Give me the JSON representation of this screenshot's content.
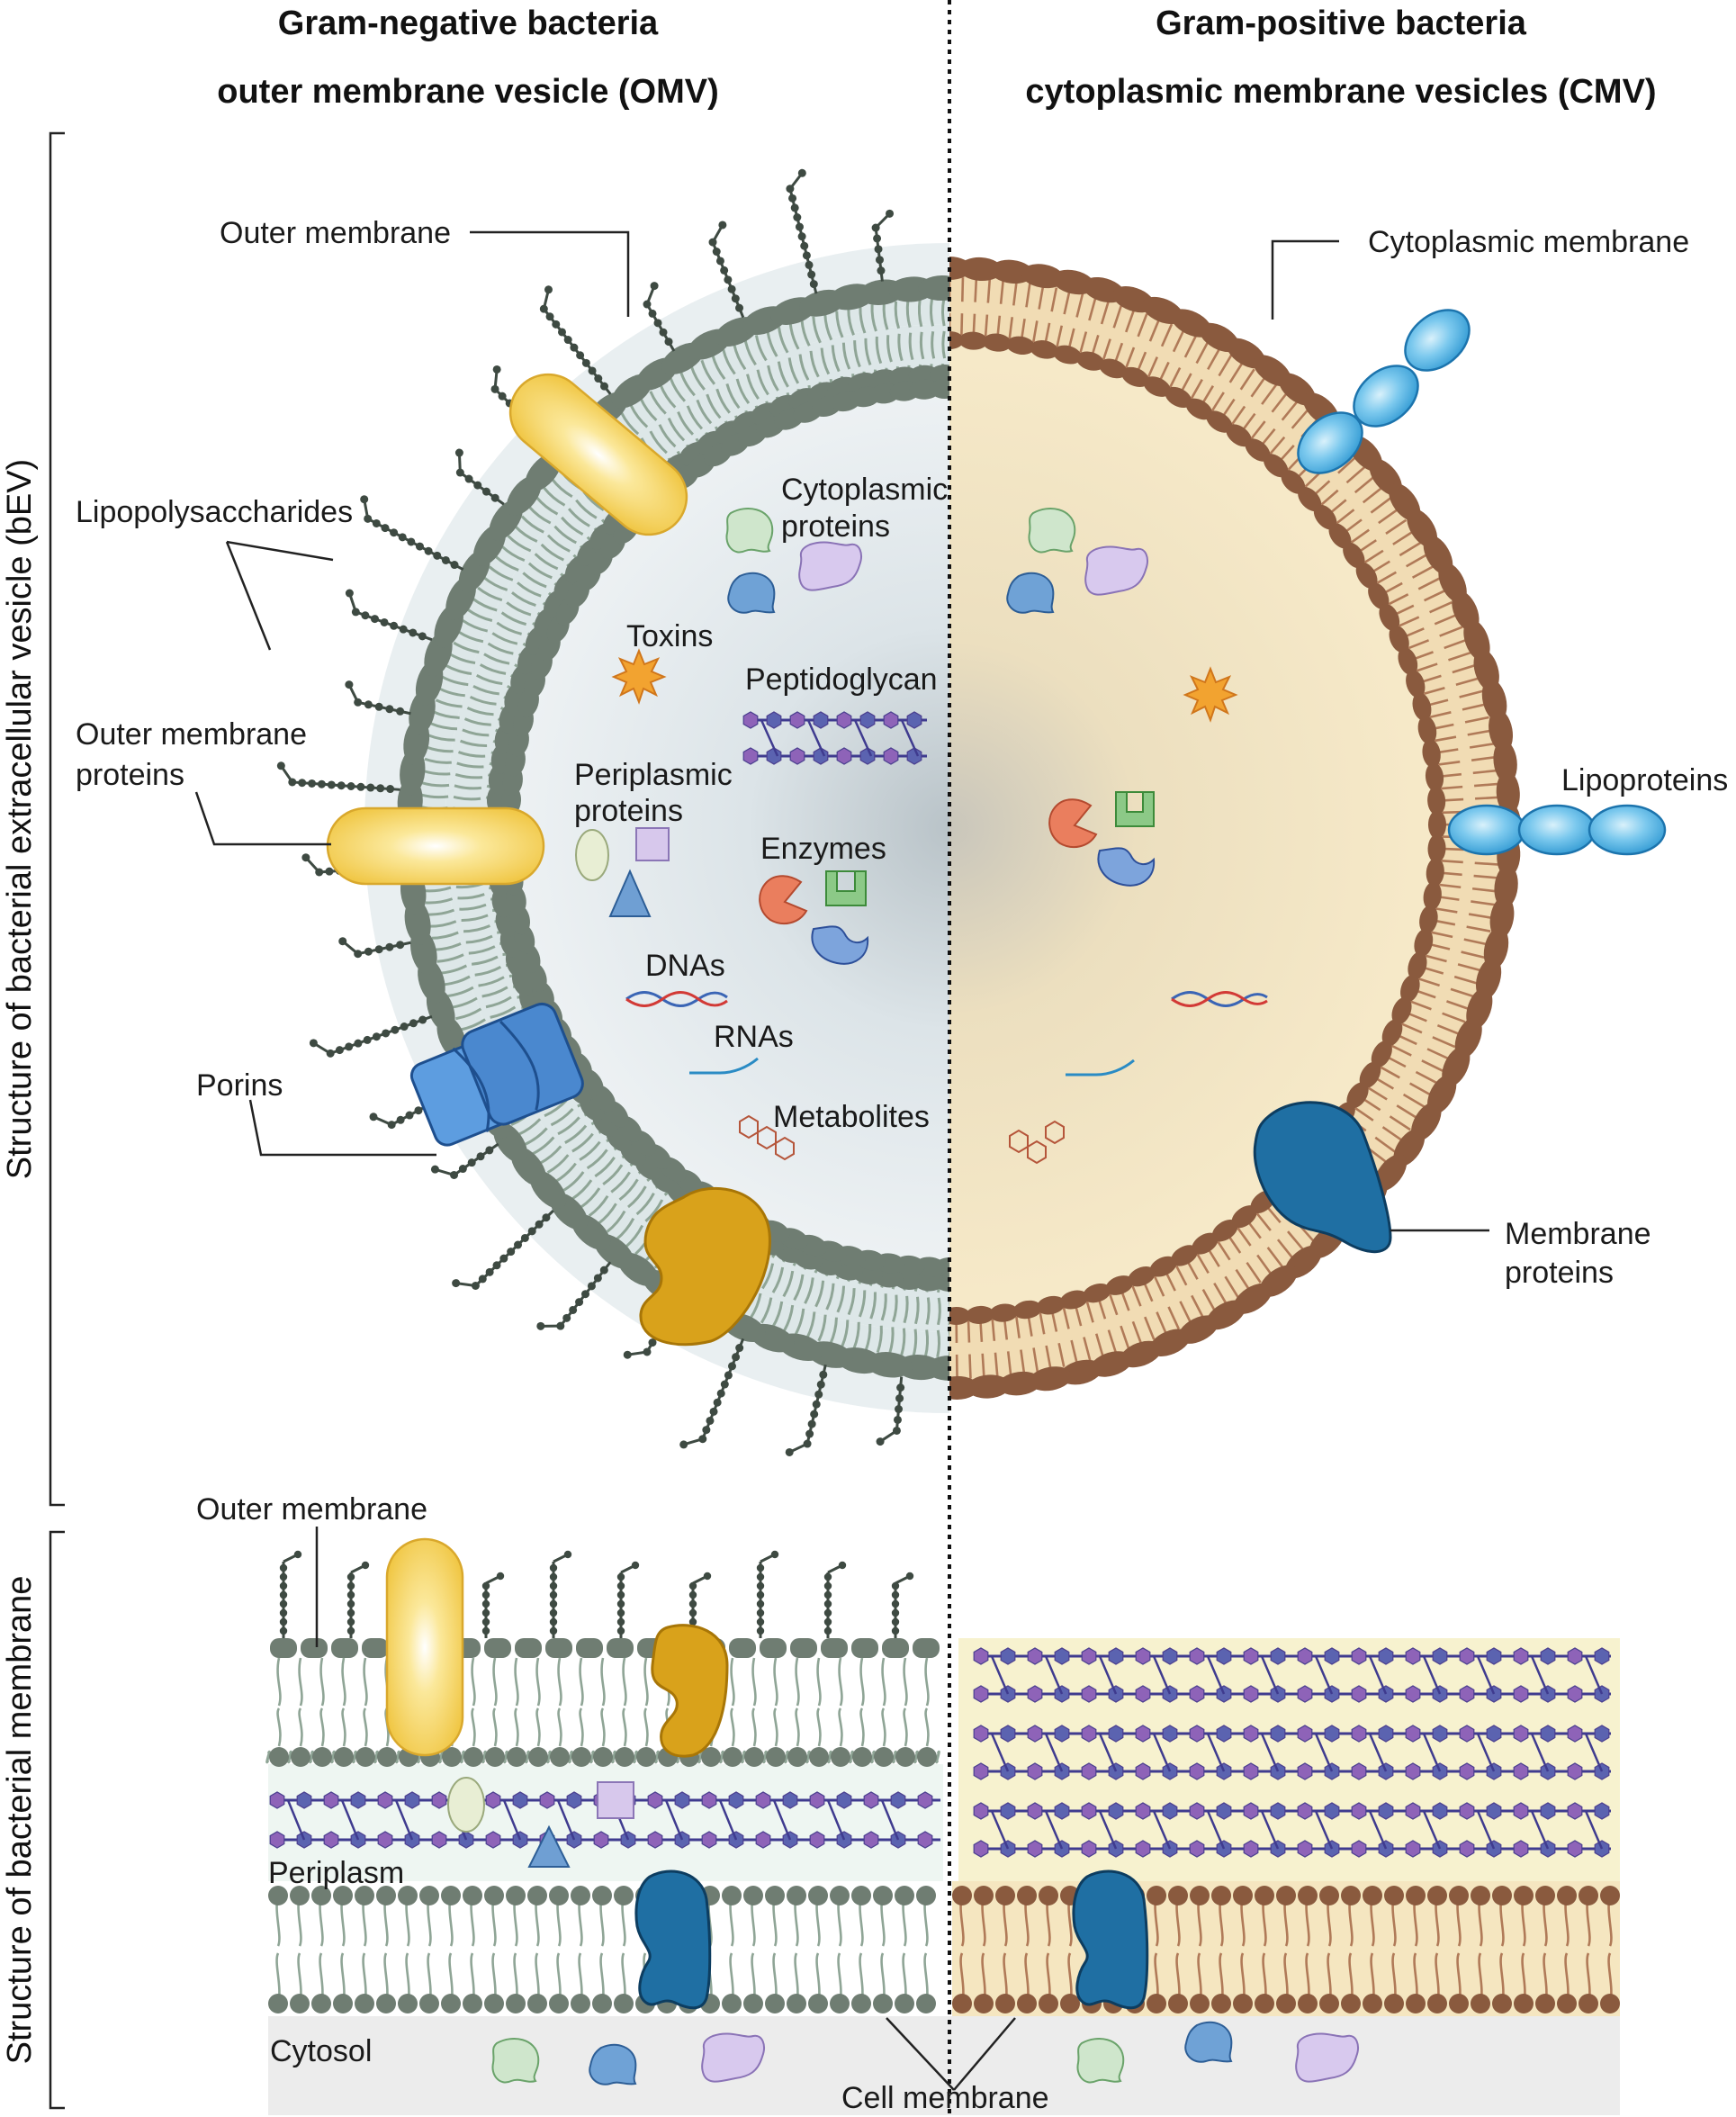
{
  "titles": {
    "left_line1": "Gram-negative bacteria",
    "left_line2": "outer membrane vesicle (OMV)",
    "right_line1": "Gram-positive bacteria",
    "right_line2": "cytoplasmic membrane vesicles (CMV)"
  },
  "side_labels": {
    "top": "Structure of bacterial extracellular vesicle (bEV)",
    "bottom": "Structure of bacterial membrane"
  },
  "labels": {
    "outer_membrane": "Outer membrane",
    "lipopolysaccharides": "Lipopolysaccharides",
    "outer_membrane_proteins_1": "Outer membrane",
    "outer_membrane_proteins_2": "proteins",
    "porins": "Porins",
    "cytoplasmic_proteins_1": "Cytoplasmic",
    "cytoplasmic_proteins_2": "proteins",
    "toxins": "Toxins",
    "peptidoglycan": "Peptidoglycan",
    "periplasmic_proteins_1": "Periplasmic",
    "periplasmic_proteins_2": "proteins",
    "enzymes": "Enzymes",
    "dnas": "DNAs",
    "rnas": "RNAs",
    "metabolites": "Metabolites",
    "cytoplasmic_membrane": "Cytoplasmic membrane",
    "lipoproteins": "Lipoproteins",
    "membrane_proteins_1": "Membrane",
    "membrane_proteins_2": "proteins",
    "outer_membrane_bottom": "Outer membrane",
    "periplasm": "Periplasm",
    "cytosol": "Cytosol",
    "cell_membrane": "Cell membrane"
  },
  "colors": {
    "omv_head": "#6f7d72",
    "omv_tail": "#8fa596",
    "omv_lumen": "#e3ebef",
    "omv_leaflet": "#dde7e8",
    "cmv_head": "#8a5a3e",
    "cmv_tail": "#b07a58",
    "cmv_lumen": "#f6e8c6",
    "omp_yellow": "#f3cf55",
    "porin_blue": "#4f8fd6",
    "gold_protein": "#d9a21b",
    "membrane_protein": "#1f6fa3",
    "lipoprotein": "#5ab8e8",
    "pg_hex_purple": "#8e63b8",
    "pg_hex_blue": "#5b63b0",
    "periplasm_bg": "#eef6f2",
    "cytosol_bg": "#ececec",
    "gp_wall_bg": "#f7f2cf"
  }
}
